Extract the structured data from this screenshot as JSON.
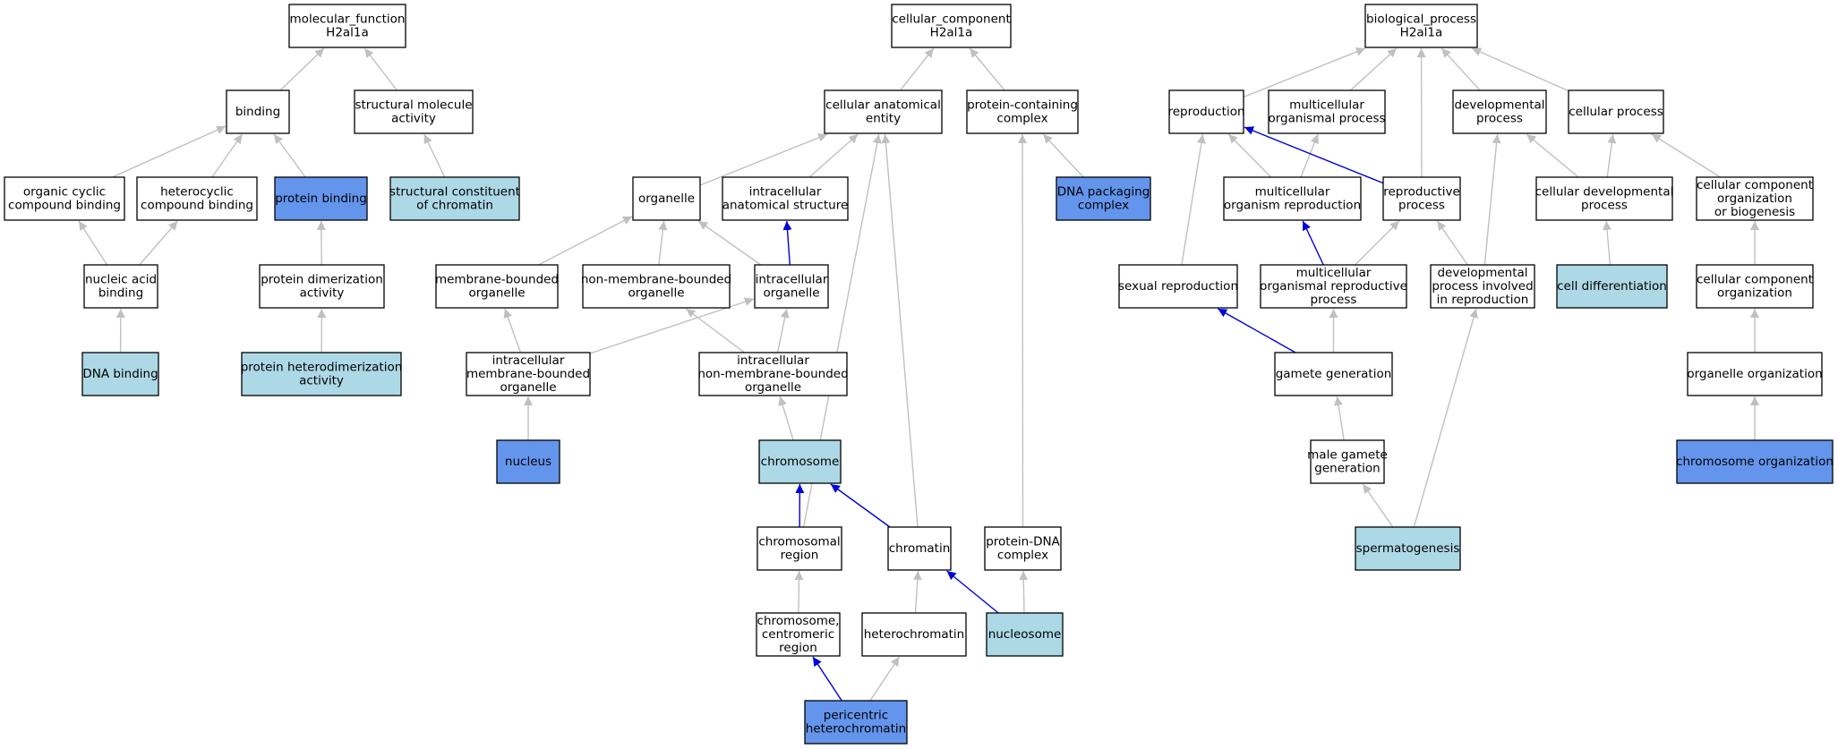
{
  "colors": {
    "plain": "#ffffff",
    "light": "#add8e6",
    "dark": "#6495ed",
    "edge_gray": "#c0c0c0",
    "edge_blue": "#0000dd"
  },
  "nodes": [
    {
      "id": "mf_root",
      "lines": [
        "molecular_function",
        "H2al1a"
      ],
      "style": "plain"
    },
    {
      "id": "binding",
      "lines": [
        "binding"
      ],
      "style": "plain"
    },
    {
      "id": "struct_mol",
      "lines": [
        "structural molecule",
        "activity"
      ],
      "style": "plain"
    },
    {
      "id": "org_cyclic",
      "lines": [
        "organic cyclic",
        "compound binding"
      ],
      "style": "plain"
    },
    {
      "id": "heterocyclic",
      "lines": [
        "heterocyclic",
        "compound binding"
      ],
      "style": "plain"
    },
    {
      "id": "protein_binding",
      "lines": [
        "protein binding"
      ],
      "style": "dark"
    },
    {
      "id": "struct_chromatin",
      "lines": [
        "structural constituent",
        "of chromatin"
      ],
      "style": "light"
    },
    {
      "id": "nucleic_acid",
      "lines": [
        "nucleic acid",
        "binding"
      ],
      "style": "plain"
    },
    {
      "id": "prot_dimer",
      "lines": [
        "protein dimerization",
        "activity"
      ],
      "style": "plain"
    },
    {
      "id": "dna_binding",
      "lines": [
        "DNA binding"
      ],
      "style": "light"
    },
    {
      "id": "prot_hetero",
      "lines": [
        "protein heterodimerization",
        "activity"
      ],
      "style": "light"
    },
    {
      "id": "cc_root",
      "lines": [
        "cellular_component",
        "H2al1a"
      ],
      "style": "plain"
    },
    {
      "id": "cell_anat",
      "lines": [
        "cellular anatomical",
        "entity"
      ],
      "style": "plain"
    },
    {
      "id": "prot_complex",
      "lines": [
        "protein-containing",
        "complex"
      ],
      "style": "plain"
    },
    {
      "id": "organelle",
      "lines": [
        "organelle"
      ],
      "style": "plain"
    },
    {
      "id": "intra_anat",
      "lines": [
        "intracellular",
        "anatomical structure"
      ],
      "style": "plain"
    },
    {
      "id": "dna_pack",
      "lines": [
        "DNA packaging",
        "complex"
      ],
      "style": "dark"
    },
    {
      "id": "mem_org",
      "lines": [
        "membrane-bounded",
        "organelle"
      ],
      "style": "plain"
    },
    {
      "id": "nonmem_org",
      "lines": [
        "non-membrane-bounded",
        "organelle"
      ],
      "style": "plain"
    },
    {
      "id": "intra_org",
      "lines": [
        "intracellular",
        "organelle"
      ],
      "style": "plain"
    },
    {
      "id": "intra_mem",
      "lines": [
        "intracellular",
        "membrane-bounded",
        "organelle"
      ],
      "style": "plain"
    },
    {
      "id": "intra_nonmem",
      "lines": [
        "intracellular",
        "non-membrane-bounded",
        "organelle"
      ],
      "style": "plain"
    },
    {
      "id": "nucleus",
      "lines": [
        "nucleus"
      ],
      "style": "dark"
    },
    {
      "id": "chromosome",
      "lines": [
        "chromosome"
      ],
      "style": "light"
    },
    {
      "id": "chrom_region",
      "lines": [
        "chromosomal",
        "region"
      ],
      "style": "plain"
    },
    {
      "id": "chromatin",
      "lines": [
        "chromatin"
      ],
      "style": "plain"
    },
    {
      "id": "prot_dna",
      "lines": [
        "protein-DNA",
        "complex"
      ],
      "style": "plain"
    },
    {
      "id": "centromeric",
      "lines": [
        "chromosome,",
        "centromeric",
        "region"
      ],
      "style": "plain"
    },
    {
      "id": "heterochromatin",
      "lines": [
        "heterochromatin"
      ],
      "style": "plain"
    },
    {
      "id": "nucleosome",
      "lines": [
        "nucleosome"
      ],
      "style": "light"
    },
    {
      "id": "pericentric",
      "lines": [
        "pericentric",
        "heterochromatin"
      ],
      "style": "dark"
    },
    {
      "id": "bp_root",
      "lines": [
        "biological_process",
        "H2al1a"
      ],
      "style": "plain"
    },
    {
      "id": "reproduction",
      "lines": [
        "reproduction"
      ],
      "style": "plain"
    },
    {
      "id": "multi_proc",
      "lines": [
        "multicellular",
        "organismal process"
      ],
      "style": "plain"
    },
    {
      "id": "dev_proc",
      "lines": [
        "developmental",
        "process"
      ],
      "style": "plain"
    },
    {
      "id": "cell_proc",
      "lines": [
        "cellular process"
      ],
      "style": "plain"
    },
    {
      "id": "multi_repro",
      "lines": [
        "multicellular",
        "organism reproduction"
      ],
      "style": "plain"
    },
    {
      "id": "repro_proc",
      "lines": [
        "reproductive",
        "process"
      ],
      "style": "plain"
    },
    {
      "id": "cell_dev",
      "lines": [
        "cellular developmental",
        "process"
      ],
      "style": "plain"
    },
    {
      "id": "cc_org_bio",
      "lines": [
        "cellular component",
        "organization",
        "or biogenesis"
      ],
      "style": "plain"
    },
    {
      "id": "sexual_repro",
      "lines": [
        "sexual reproduction"
      ],
      "style": "plain"
    },
    {
      "id": "multi_repro_proc",
      "lines": [
        "multicellular",
        "organismal reproductive",
        "process"
      ],
      "style": "plain"
    },
    {
      "id": "dev_in_repro",
      "lines": [
        "developmental",
        "process involved",
        "in reproduction"
      ],
      "style": "plain"
    },
    {
      "id": "cell_diff",
      "lines": [
        "cell differentiation"
      ],
      "style": "light"
    },
    {
      "id": "cc_org",
      "lines": [
        "cellular component",
        "organization"
      ],
      "style": "plain"
    },
    {
      "id": "gamete_gen",
      "lines": [
        "gamete generation"
      ],
      "style": "plain"
    },
    {
      "id": "organelle_org",
      "lines": [
        "organelle organization"
      ],
      "style": "plain"
    },
    {
      "id": "male_gamete",
      "lines": [
        "male gamete",
        "generation"
      ],
      "style": "plain"
    },
    {
      "id": "chrom_org",
      "lines": [
        "chromosome organization"
      ],
      "style": "dark"
    },
    {
      "id": "spermato",
      "lines": [
        "spermatogenesis"
      ],
      "style": "light"
    }
  ],
  "edges": [
    {
      "from": "binding",
      "to": "mf_root",
      "color": "gray"
    },
    {
      "from": "struct_mol",
      "to": "mf_root",
      "color": "gray"
    },
    {
      "from": "org_cyclic",
      "to": "binding",
      "color": "gray"
    },
    {
      "from": "heterocyclic",
      "to": "binding",
      "color": "gray"
    },
    {
      "from": "protein_binding",
      "to": "binding",
      "color": "gray"
    },
    {
      "from": "struct_chromatin",
      "to": "struct_mol",
      "color": "gray"
    },
    {
      "from": "nucleic_acid",
      "to": "org_cyclic",
      "color": "gray"
    },
    {
      "from": "nucleic_acid",
      "to": "heterocyclic",
      "color": "gray"
    },
    {
      "from": "prot_dimer",
      "to": "protein_binding",
      "color": "gray"
    },
    {
      "from": "dna_binding",
      "to": "nucleic_acid",
      "color": "gray"
    },
    {
      "from": "prot_hetero",
      "to": "prot_dimer",
      "color": "gray"
    },
    {
      "from": "cell_anat",
      "to": "cc_root",
      "color": "gray"
    },
    {
      "from": "prot_complex",
      "to": "cc_root",
      "color": "gray"
    },
    {
      "from": "organelle",
      "to": "cell_anat",
      "color": "gray"
    },
    {
      "from": "intra_anat",
      "to": "cell_anat",
      "color": "gray"
    },
    {
      "from": "dna_pack",
      "to": "prot_complex",
      "color": "gray"
    },
    {
      "from": "mem_org",
      "to": "organelle",
      "color": "gray"
    },
    {
      "from": "nonmem_org",
      "to": "organelle",
      "color": "gray"
    },
    {
      "from": "intra_org",
      "to": "organelle",
      "color": "gray"
    },
    {
      "from": "intra_org",
      "to": "intra_anat",
      "color": "blue"
    },
    {
      "from": "intra_mem",
      "to": "mem_org",
      "color": "gray"
    },
    {
      "from": "intra_mem",
      "to": "intra_org",
      "color": "gray"
    },
    {
      "from": "intra_nonmem",
      "to": "nonmem_org",
      "color": "gray"
    },
    {
      "from": "intra_nonmem",
      "to": "intra_org",
      "color": "gray"
    },
    {
      "from": "nucleus",
      "to": "intra_mem",
      "color": "gray"
    },
    {
      "from": "chromosome",
      "to": "intra_nonmem",
      "color": "gray"
    },
    {
      "from": "chrom_region",
      "to": "chromosome",
      "color": "blue"
    },
    {
      "from": "chrom_region",
      "to": "cell_anat",
      "color": "gray"
    },
    {
      "from": "chromatin",
      "to": "chromosome",
      "color": "blue"
    },
    {
      "from": "chromatin",
      "to": "cell_anat",
      "color": "gray"
    },
    {
      "from": "prot_dna",
      "to": "prot_complex",
      "color": "gray"
    },
    {
      "from": "centromeric",
      "to": "chrom_region",
      "color": "gray"
    },
    {
      "from": "heterochromatin",
      "to": "chromatin",
      "color": "gray"
    },
    {
      "from": "nucleosome",
      "to": "chromatin",
      "color": "blue"
    },
    {
      "from": "nucleosome",
      "to": "prot_dna",
      "color": "gray"
    },
    {
      "from": "pericentric",
      "to": "centromeric",
      "color": "blue"
    },
    {
      "from": "pericentric",
      "to": "heterochromatin",
      "color": "gray"
    },
    {
      "from": "reproduction",
      "to": "bp_root",
      "color": "gray"
    },
    {
      "from": "multi_proc",
      "to": "bp_root",
      "color": "gray"
    },
    {
      "from": "dev_proc",
      "to": "bp_root",
      "color": "gray"
    },
    {
      "from": "cell_proc",
      "to": "bp_root",
      "color": "gray"
    },
    {
      "from": "repro_proc",
      "to": "bp_root",
      "color": "gray"
    },
    {
      "from": "multi_repro",
      "to": "reproduction",
      "color": "gray"
    },
    {
      "from": "multi_repro",
      "to": "multi_proc",
      "color": "gray"
    },
    {
      "from": "repro_proc",
      "to": "reproduction",
      "color": "blue"
    },
    {
      "from": "cell_dev",
      "to": "dev_proc",
      "color": "gray"
    },
    {
      "from": "cell_dev",
      "to": "cell_proc",
      "color": "gray"
    },
    {
      "from": "cc_org_bio",
      "to": "cell_proc",
      "color": "gray"
    },
    {
      "from": "sexual_repro",
      "to": "reproduction",
      "color": "gray"
    },
    {
      "from": "multi_repro_proc",
      "to": "multi_repro",
      "color": "blue"
    },
    {
      "from": "multi_repro_proc",
      "to": "repro_proc",
      "color": "gray"
    },
    {
      "from": "dev_in_repro",
      "to": "repro_proc",
      "color": "gray"
    },
    {
      "from": "dev_in_repro",
      "to": "dev_proc",
      "color": "gray"
    },
    {
      "from": "cell_diff",
      "to": "cell_dev",
      "color": "gray"
    },
    {
      "from": "cc_org",
      "to": "cc_org_bio",
      "color": "gray"
    },
    {
      "from": "gamete_gen",
      "to": "sexual_repro",
      "color": "blue"
    },
    {
      "from": "gamete_gen",
      "to": "multi_repro_proc",
      "color": "gray"
    },
    {
      "from": "organelle_org",
      "to": "cc_org",
      "color": "gray"
    },
    {
      "from": "male_gamete",
      "to": "gamete_gen",
      "color": "gray"
    },
    {
      "from": "chrom_org",
      "to": "organelle_org",
      "color": "gray"
    },
    {
      "from": "spermato",
      "to": "male_gamete",
      "color": "gray"
    },
    {
      "from": "spermato",
      "to": "dev_in_repro",
      "color": "gray"
    }
  ]
}
